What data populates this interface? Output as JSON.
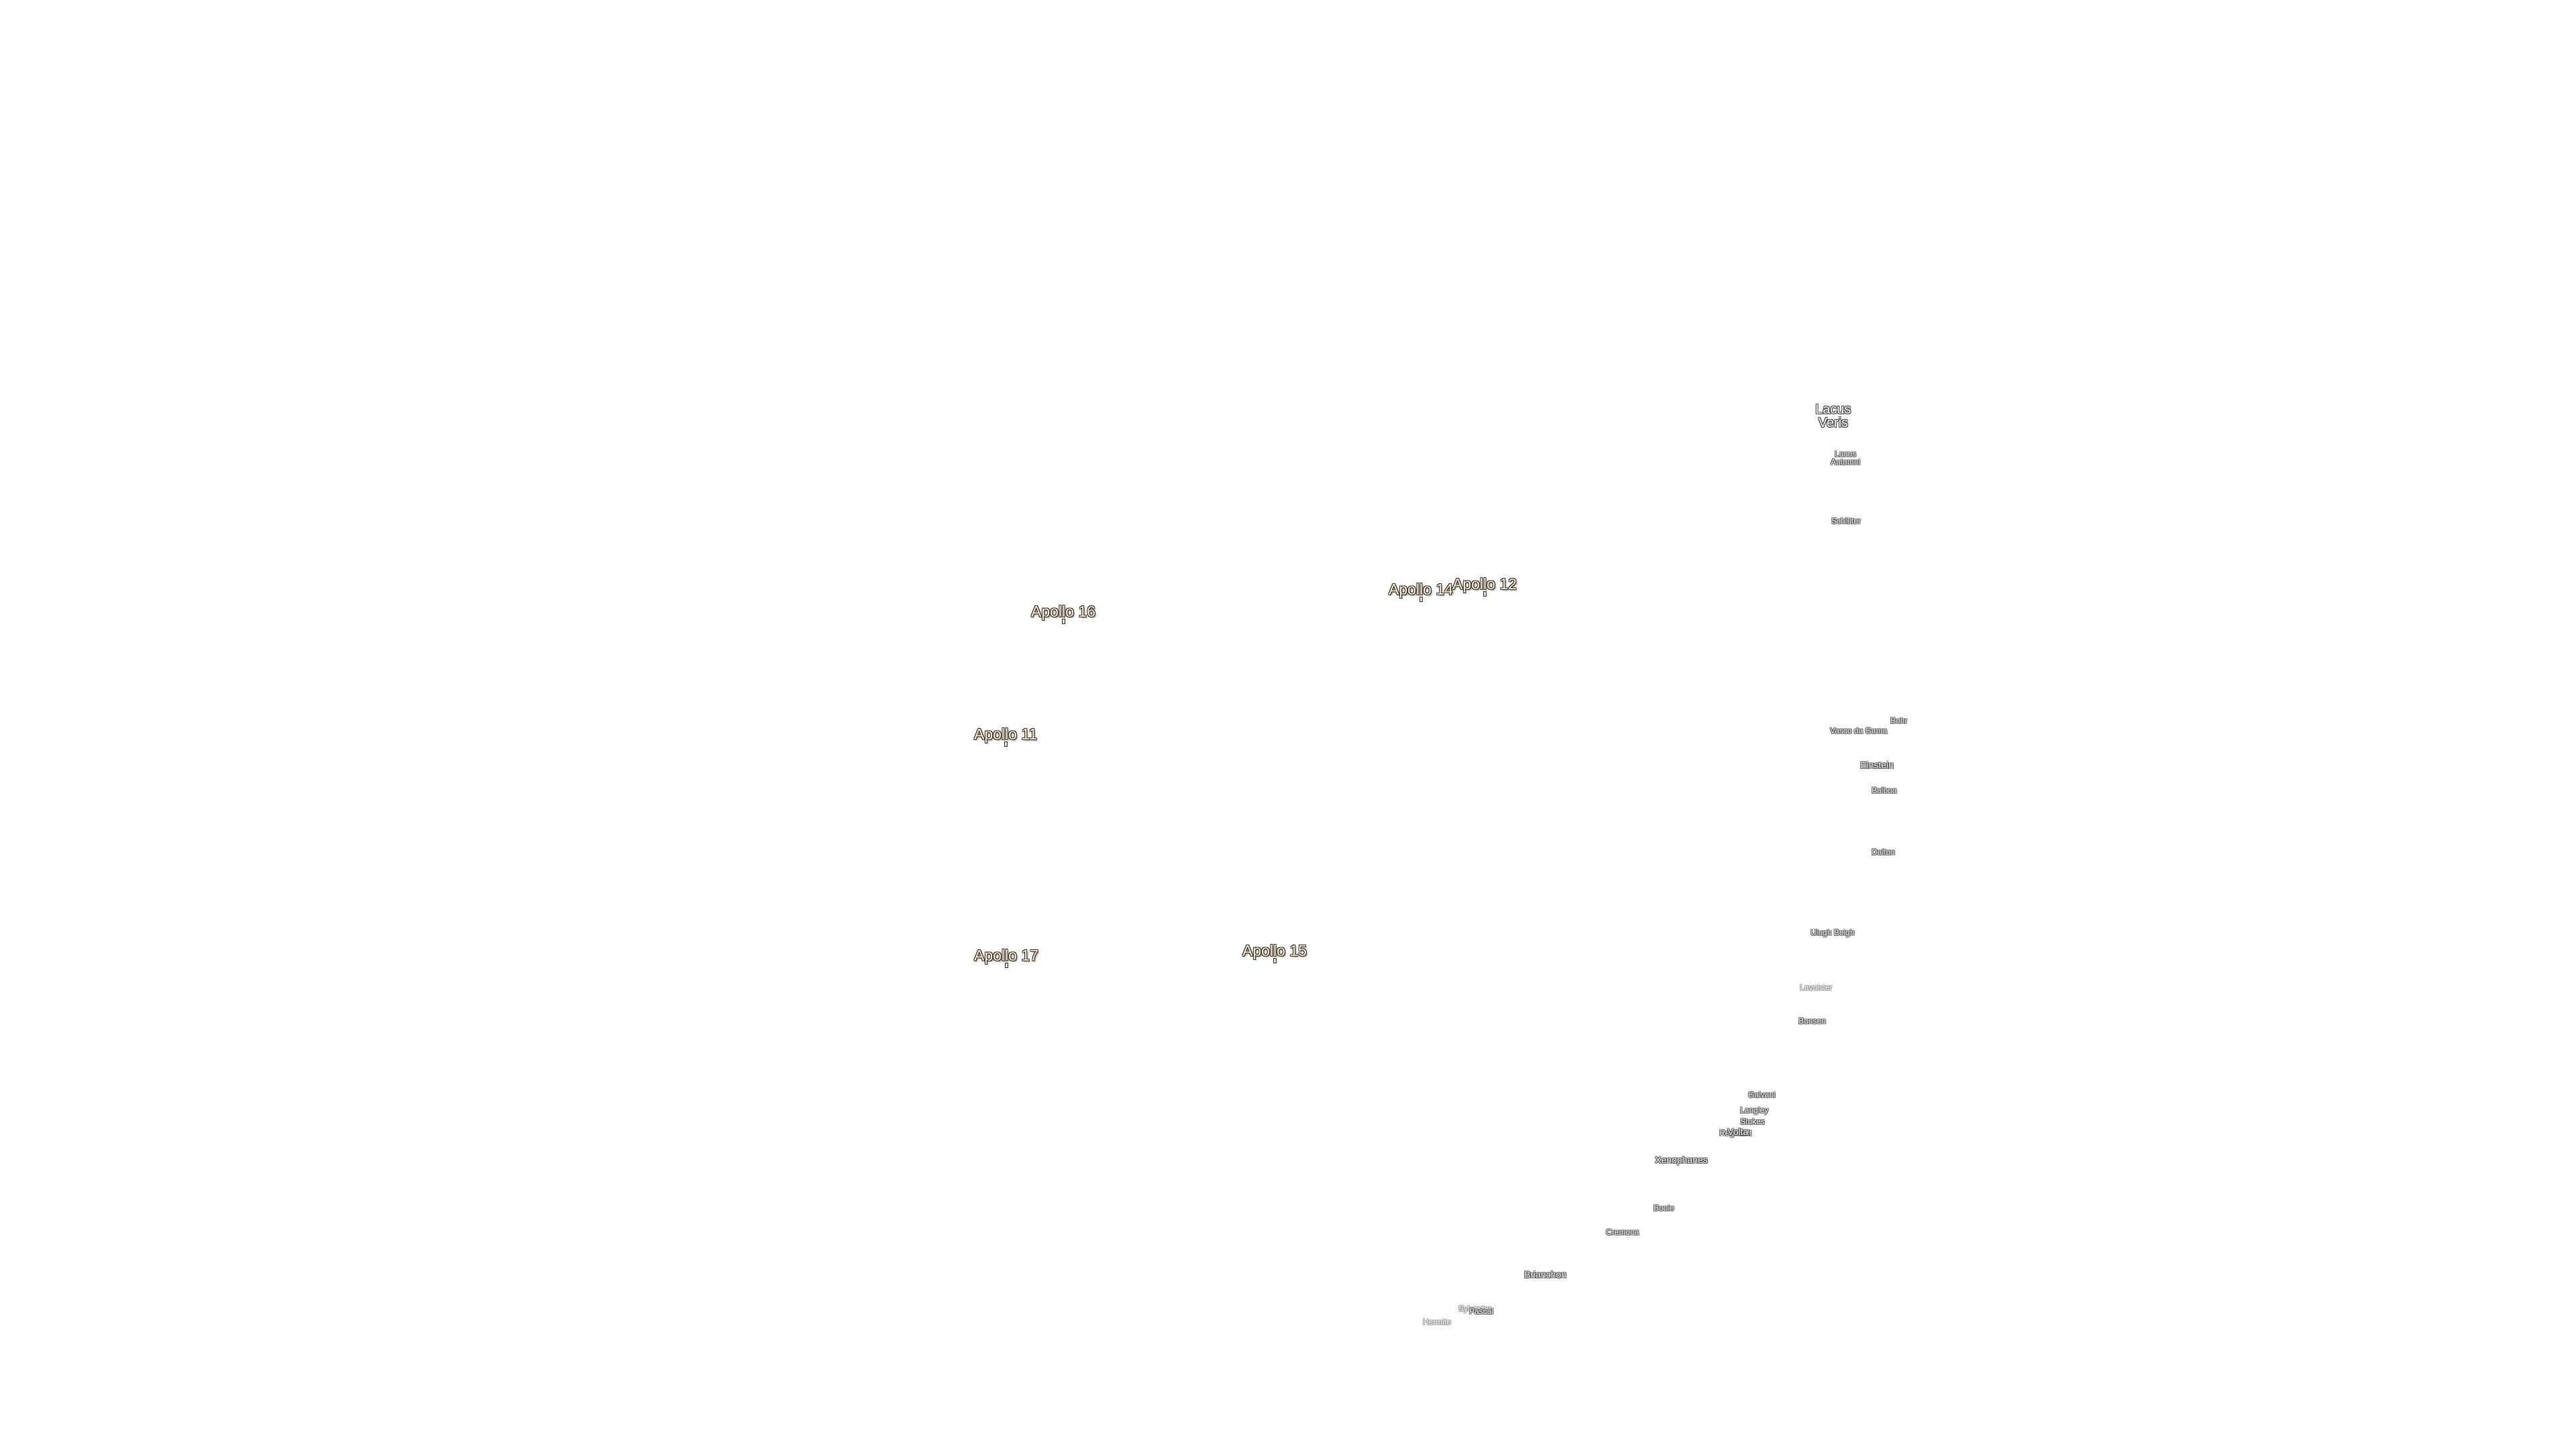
{
  "apollo_sites": [
    {
      "label": "Apollo 16"
    },
    {
      "label": "Apollo 14"
    },
    {
      "label": "Apollo 12"
    },
    {
      "label": "Apollo 11"
    },
    {
      "label": "Apollo 17"
    },
    {
      "label": "Apollo 15"
    }
  ],
  "features": {
    "lacus_veris": {
      "line1": "Lacus",
      "line2": "Veris"
    },
    "lacus_autumni": {
      "line1": "Lacus",
      "line2": "Autumni"
    },
    "schluter": "Schlüter",
    "bohr": "Bohr",
    "vasco_da_gama": "Vasco da Gama",
    "einstein": "Einstein",
    "balboa": "Balboa",
    "dalton": "Dalton",
    "ulugh_beigh": "Ulugh Beigh",
    "lavoisier": "Lavoisier",
    "bunsen": "Bunsen",
    "galvani": "Galvani",
    "langley": "Langley",
    "stokes": "Stokes",
    "regnault": "Regnault",
    "volta": "Volta",
    "xenophanes": "Xenophanes",
    "boole": "Boole",
    "cremona": "Cremona",
    "brianchon": "Brianchon",
    "pascal": "Pascal",
    "hermite": "Hermite",
    "sylvester": "Sylvester"
  }
}
